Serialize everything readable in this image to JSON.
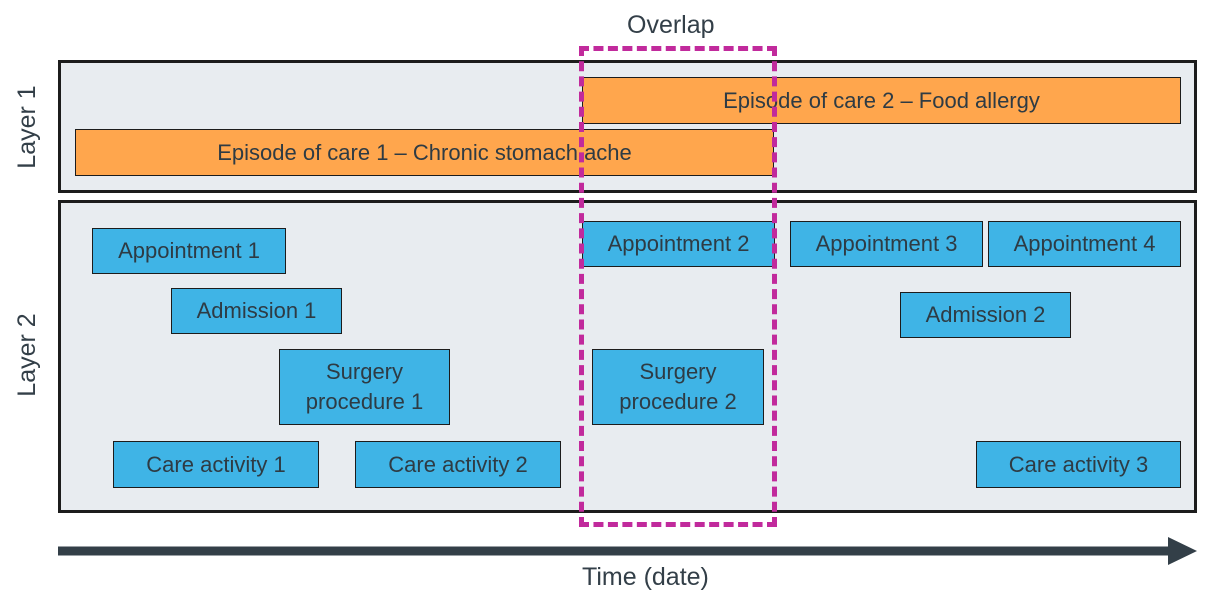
{
  "overlap_label": "Overlap",
  "time_label": "Time (date)",
  "layers": {
    "layer1_label": "Layer 1",
    "layer2_label": "Layer 2"
  },
  "episodes": {
    "episode1": "Episode of care 1 – Chronic stomach ache",
    "episode2": "Episode of care 2 – Food allergy"
  },
  "events": {
    "appointment1": "Appointment 1",
    "appointment2": "Appointment 2",
    "appointment3": "Appointment 3",
    "appointment4": "Appointment 4",
    "admission1": "Admission 1",
    "admission2": "Admission 2",
    "surgery1": "Surgery procedure 1",
    "surgery2": "Surgery procedure 2",
    "care_activity1": "Care activity 1",
    "care_activity2": "Care activity 2",
    "care_activity3": "Care activity 3"
  },
  "colors": {
    "episode_fill": "#ffa64d",
    "event_fill": "#3fb4e6",
    "overlap_stroke": "#c12a9c",
    "layer_fill": "#e8ecf0",
    "arrow": "#333f48"
  }
}
